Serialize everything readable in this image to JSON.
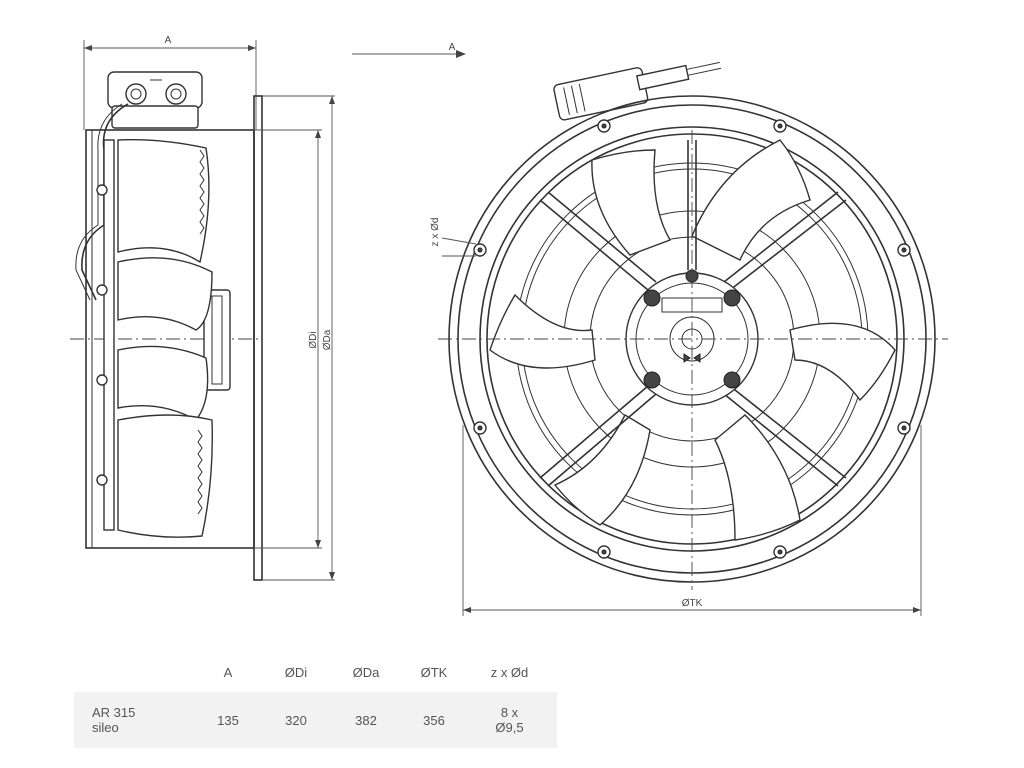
{
  "drawing": {
    "dim_a_side": "A",
    "view_arrow_label": "A",
    "dim_di": "ØDi",
    "dim_da": "ØDa",
    "dim_tk": "ØTK",
    "dim_holes": "z x Ød"
  },
  "table": {
    "headers": [
      "A",
      "ØDi",
      "ØDa",
      "ØTK",
      "z x Ød"
    ],
    "rows": [
      {
        "model_line1": "AR 315",
        "model_line2": "sileo",
        "a": "135",
        "di": "320",
        "da": "382",
        "tk": "356",
        "holes_line1": "8 x",
        "holes_line2": "Ø9,5"
      }
    ]
  }
}
